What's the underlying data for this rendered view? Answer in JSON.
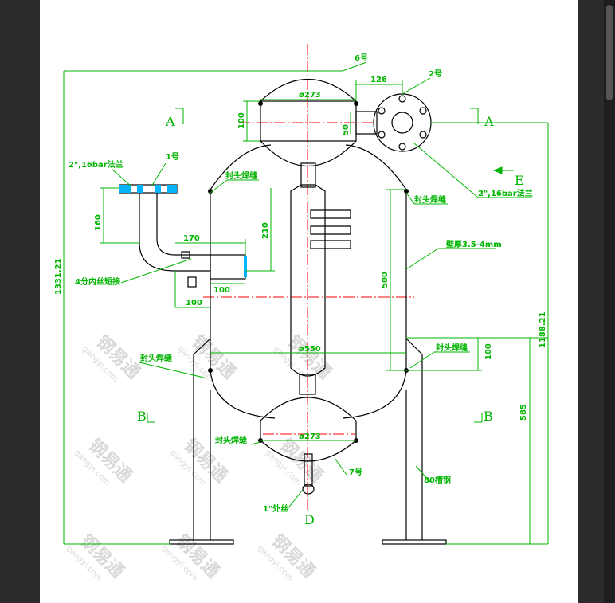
{
  "drawing": {
    "labels": {
      "part6": "6号",
      "part2": "2号",
      "part1": "1号",
      "part7": "7号",
      "dia_top": "ø273",
      "dia_bottom": "ø273",
      "dia_body": "ø550",
      "dim_126": "126",
      "dim_100_top": "100",
      "dim_50": "50",
      "dim_160": "160",
      "dim_170": "170",
      "dim_210": "210",
      "dim_100_nozzle": "100",
      "dim_100_left": "100",
      "dim_500": "500",
      "dim_100_right": "100",
      "dim_585": "585",
      "dim_1331": "1331.21",
      "dim_1188": "1188.21",
      "flange_left": "2\",16bar法兰",
      "flange_right": "2\",16bar法兰",
      "weld_top_left": "封头焊缝",
      "weld_top_right": "封头焊缝",
      "weld_bottom_left": "封头焊缝",
      "weld_bottom_right": "封头焊缝",
      "weld_lower": "封头焊缝",
      "wall_thickness": "壁厚3.5-4mm",
      "nipple": "4分内丝短接",
      "outer_thread": "1\"外丝",
      "channel_steel": "80槽钢",
      "section_a_left": "A",
      "section_a_right": "A",
      "section_b_left": "B",
      "section_b_right": "B",
      "view_e": "E",
      "view_d": "D"
    },
    "watermark": {
      "brand": "钢易通",
      "url": "gangyi.com"
    },
    "colors": {
      "outline": "#000000",
      "dimension": "#00b400",
      "centerline": "#ff0000",
      "flange": "#00b4ff",
      "paper": "#ffffff",
      "viewer_bg": "#2b2b2b"
    }
  }
}
